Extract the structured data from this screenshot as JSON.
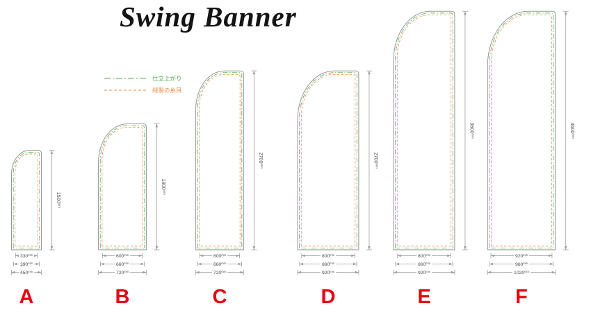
{
  "title": "Swing Banner",
  "unit": "mm",
  "legend": [
    {
      "label": "仕立上がり",
      "style": "dashdot",
      "color": "#55a952"
    },
    {
      "label": "縫製の糸目",
      "style": "dashed",
      "color": "#ef8c44"
    }
  ],
  "banners": [
    {
      "label": "A",
      "height_mm": "1500",
      "widths_mm": [
        "330",
        "390",
        "450"
      ]
    },
    {
      "label": "B",
      "height_mm": "1900",
      "widths_mm": [
        "600",
        "660",
        "720"
      ]
    },
    {
      "label": "C",
      "height_mm": "2700",
      "widths_mm": [
        "600",
        "660",
        "720"
      ]
    },
    {
      "label": "D",
      "height_mm": "2700",
      "widths_mm": [
        "800",
        "860",
        "920"
      ]
    },
    {
      "label": "E",
      "height_mm": "3600",
      "widths_mm": [
        "800",
        "860",
        "920"
      ]
    },
    {
      "label": "F",
      "height_mm": "3600",
      "widths_mm": [
        "920",
        "960",
        "1020"
      ]
    }
  ],
  "colors": {
    "outline": "#8c8c8c",
    "finished_line": "#55a952",
    "stitch_line": "#ef8c44",
    "dimension_line": "#9b9b9b",
    "dimension_text": "#4a4a4a",
    "label": "#e60012",
    "title": "#141414",
    "background": "#ffffff"
  }
}
